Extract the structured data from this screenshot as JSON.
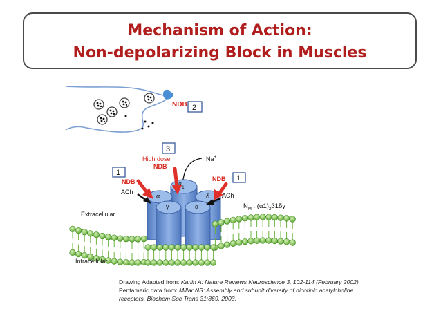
{
  "title": {
    "line1": "Mechanism of Action:",
    "line2": "Non-depolarizing Block in Muscles"
  },
  "diagram": {
    "ndb": "NDB",
    "box1": "1",
    "box2": "2",
    "box3": "3",
    "high_dose": "High dose",
    "na": "Na",
    "na_sup": "+",
    "ach": "ACh",
    "beta1": "β",
    "beta1_sub": "1",
    "alpha": "α",
    "gamma": "γ",
    "delta": "δ",
    "nm_formula_prefix": "N",
    "nm_formula_sub": "M",
    "nm_formula_rest": " : (α1)",
    "nm_formula_sub2": "2",
    "nm_formula_tail": "β1δγ",
    "extracellular": "Extracellular",
    "intracellular": "Intracellular"
  },
  "citation": {
    "line1_prefix": "Drawing Adapted from: ",
    "line1_ref": "Karlin A: Nature Reviews Neuroscience 3, 102-114 (February 2002)",
    "line2_prefix": "Pentameric data from: ",
    "line2_ref": "Millar NS: Assembly and subunit diversity of nicotinic acetylcholine",
    "line3_ref": "receptors. Biochem Soc Trans 31:869, 2003."
  },
  "colors": {
    "title": "#b01d1d",
    "arrow": "#e0302a",
    "receptor": "#6f97d6",
    "membrane": "#7cc24a",
    "box_border": "#3a5a9a"
  }
}
